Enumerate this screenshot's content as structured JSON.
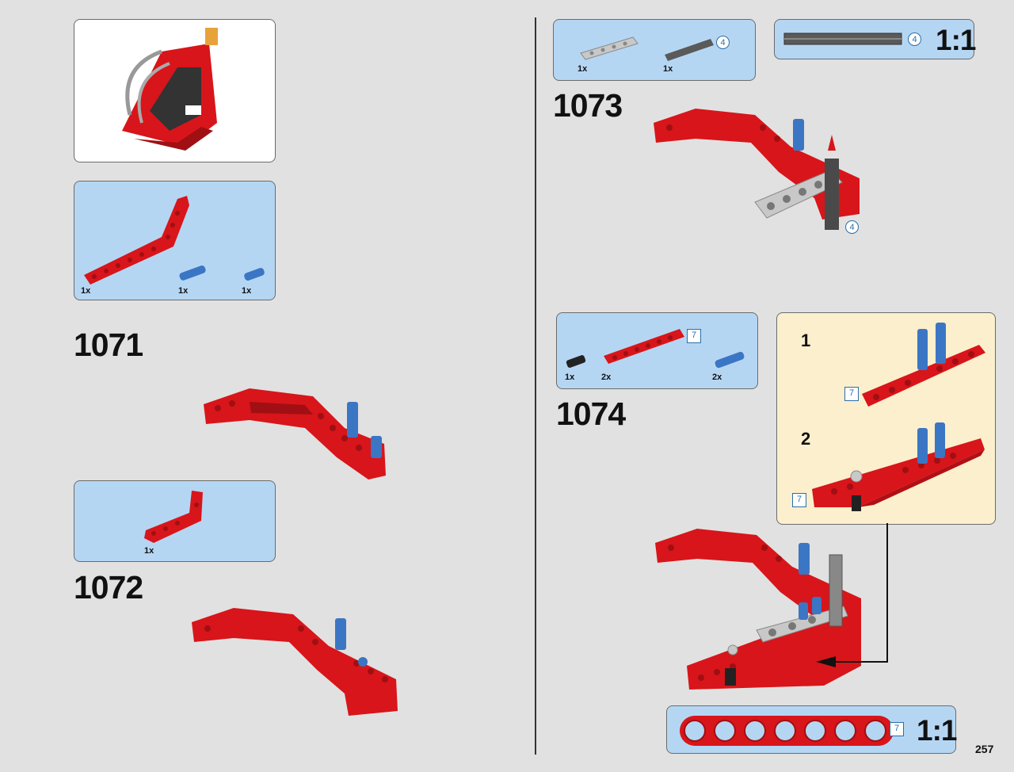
{
  "page": {
    "number": "257"
  },
  "colors": {
    "red": "#d8151a",
    "blue": "#3b76c4",
    "gray": "#b9b9b9",
    "dark": "#4a4a4a"
  },
  "preview": {
    "description_icon": "assembled-seat-model"
  },
  "steps": [
    {
      "number": "1071",
      "parts": [
        {
          "qty": "1x"
        },
        {
          "qty": "1x"
        },
        {
          "qty": "1x"
        }
      ]
    },
    {
      "number": "1072",
      "parts": [
        {
          "qty": "1x"
        }
      ]
    },
    {
      "number": "1073",
      "parts": [
        {
          "qty": "1x"
        },
        {
          "qty": "1x",
          "length": "4"
        }
      ],
      "callout_length": "4"
    },
    {
      "number": "1074",
      "parts": [
        {
          "qty": "1x"
        },
        {
          "qty": "2x",
          "length": "7"
        },
        {
          "qty": "2x"
        }
      ],
      "substeps": [
        {
          "number": "1",
          "length": "7"
        },
        {
          "number": "2",
          "length": "7"
        }
      ]
    }
  ],
  "scale_top": {
    "label": "1:1",
    "length": "4"
  },
  "scale_bottom": {
    "label": "1:1",
    "length": "7"
  }
}
